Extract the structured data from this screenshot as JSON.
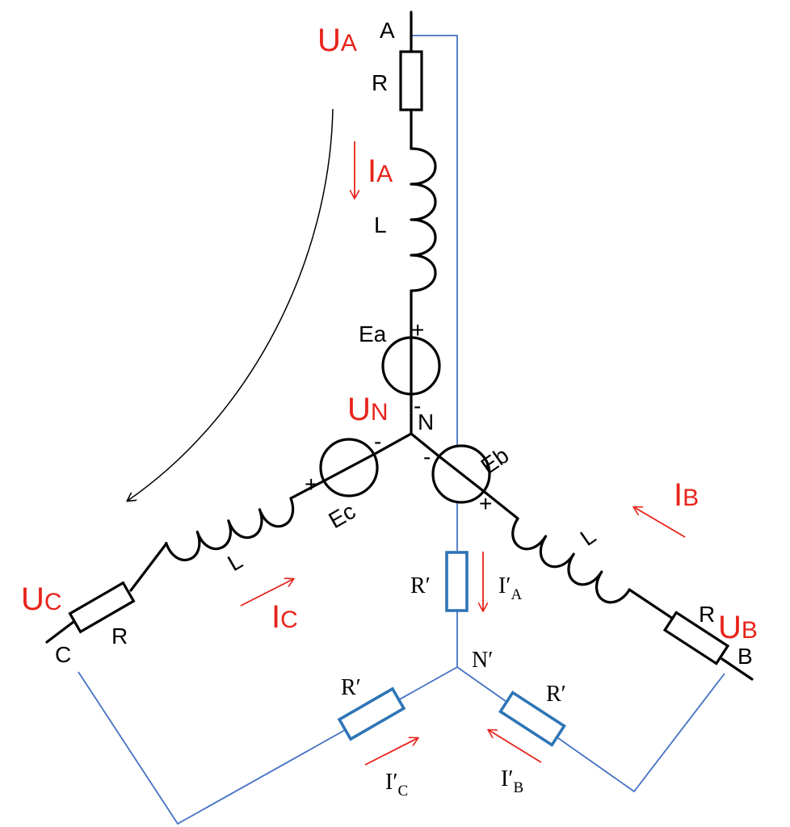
{
  "nodes": {
    "a": "A",
    "b": "B",
    "c": "C",
    "n": "N",
    "n_prime": "N′"
  },
  "voltages": {
    "ua": {
      "main": "U",
      "sub": "A"
    },
    "ub": {
      "main": "U",
      "sub": "B"
    },
    "uc": {
      "main": "U",
      "sub": "C"
    },
    "un": {
      "main": "U",
      "sub": "N"
    }
  },
  "currents": {
    "ia": {
      "main": "I",
      "sub": "A"
    },
    "ib": {
      "main": "I",
      "sub": "B"
    },
    "ic": {
      "main": "I",
      "sub": "C"
    },
    "ia_prime": {
      "main": "I′",
      "sub": "A"
    },
    "ib_prime": {
      "main": "I′",
      "sub": "B"
    },
    "ic_prime": {
      "main": "I′",
      "sub": "C"
    }
  },
  "components": {
    "resistor": "R",
    "inductor": "L",
    "load_resistor": "R′",
    "source_a": "Ea",
    "source_b": "Eb",
    "source_c": "Ec"
  },
  "signs": {
    "plus": "+",
    "minus": "-"
  },
  "colors": {
    "voltage_current_labels": "#e8231a",
    "load_wires": "#4472c4",
    "load_resistors": "#2e75b6",
    "source_circuit": "#000000"
  }
}
